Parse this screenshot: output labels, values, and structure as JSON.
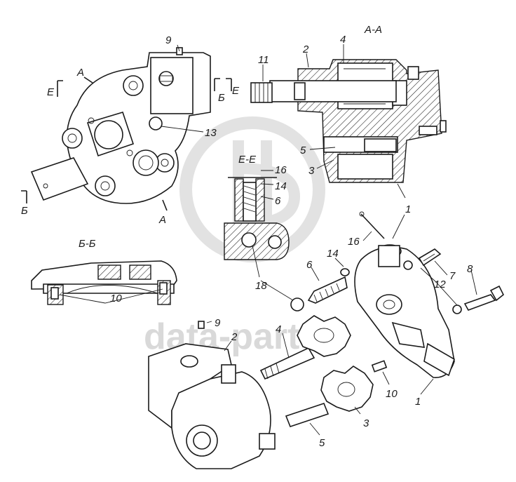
{
  "watermark": {
    "text": "data-parts"
  },
  "section_titles": {
    "aa": "А-А",
    "ee": "Е-Е",
    "bb": "Б-Б"
  },
  "cut_marks": {
    "a_top": "А",
    "e_left": "Е",
    "b_right": "Б",
    "e_right": "Е",
    "b_left": "Б",
    "a_bottom": "А"
  },
  "callouts": {
    "top_view": {
      "n9": "9",
      "n13": "13"
    },
    "section_aa": {
      "n11": "11",
      "n2": "2",
      "n4": "4",
      "n5": "5",
      "n3": "3"
    },
    "section_ee": {
      "n16": "16",
      "n14": "14",
      "n6": "6",
      "n18": "18"
    },
    "section_bb": {
      "n10": "10"
    },
    "exploded": {
      "n1a": "1",
      "n16": "16",
      "n14": "14",
      "n6": "6",
      "n7": "7",
      "n8": "8",
      "n12": "12",
      "n9": "9",
      "n2": "2",
      "n4": "4",
      "n10": "10",
      "n1b": "1",
      "n3": "3",
      "n5": "5"
    }
  }
}
